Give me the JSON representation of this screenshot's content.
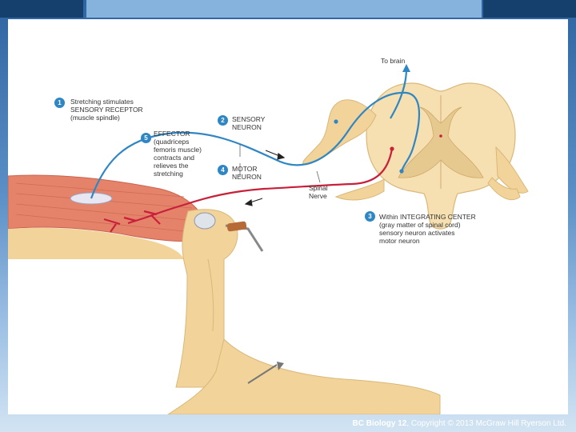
{
  "diagram": {
    "to_brain": "To brain",
    "steps": [
      {
        "number": "1",
        "text": "Stretching stimulates\nSENSORY RECEPTOR\n(muscle spindle)"
      },
      {
        "number": "2",
        "text": "SENSORY\nNEURON"
      },
      {
        "number": "3",
        "text": "Within INTEGRATING CENTER\n(gray matter of spinal cord)\nsensory neuron activates\nmotor neuron"
      },
      {
        "number": "4",
        "text": "MOTOR\nNEURON"
      },
      {
        "number": "5",
        "text": "EFFECTOR\n(quadriceps\nfemoris muscle)\ncontracts and\nrelieves the\nstretching"
      }
    ],
    "spinal_nerve": "Spinal\nNerve",
    "colors": {
      "sensory_neuron": "#2f86c4",
      "motor_neuron": "#c8203a",
      "muscle": "#e5836a",
      "bone": "#f2d39a",
      "spinal_cord_white": "#f6dfb0",
      "spinal_cord_gray": "#e6c98f"
    }
  },
  "footer": {
    "book_title": "BC Biology 12",
    "copyright": ", Copyright © 2013 McGraw Hill Ryerson Ltd."
  }
}
